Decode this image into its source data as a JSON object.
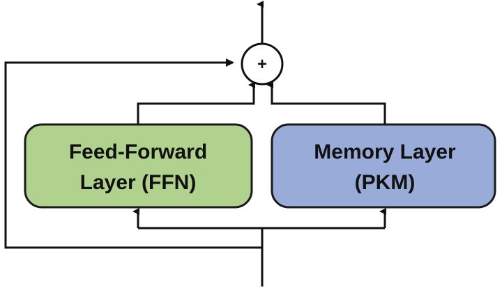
{
  "ffn_box": {
    "line1": "Feed-Forward",
    "line2": "Layer (FFN)",
    "fill": "#b1d18f",
    "stroke": "#1a1a1a"
  },
  "memory_box": {
    "line1": "Memory Layer",
    "line2": "(PKM)",
    "fill": "#99abd9",
    "stroke": "#1a1a1a"
  },
  "sum_node": {
    "symbol": "+"
  }
}
